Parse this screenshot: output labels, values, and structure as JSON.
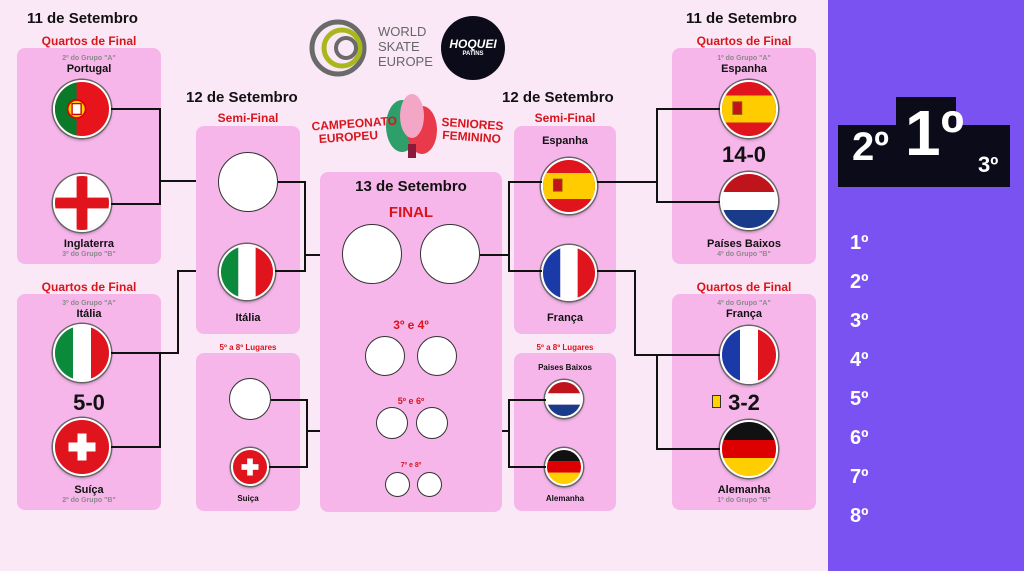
{
  "left_dates": {
    "qf": "11 de Setembro",
    "sf": "12 de Setembro"
  },
  "right_dates": {
    "qf": "11 de Setembro",
    "sf": "12 de Setembro"
  },
  "final_date": "13 de Setembro",
  "logos": {
    "wse_line1": "WORLD",
    "wse_line2": "SKATE",
    "wse_line3": "EUROPE",
    "hoquei": "HOQUEI",
    "hoquei_sub": "PATINS",
    "campeonato": "CAMPEONATO",
    "europeu": "EUROPEU",
    "seniores": "SENIORES",
    "feminino": "FEMININO"
  },
  "left_qf1": {
    "stage": "Quartos de Final",
    "team1": "Portugal",
    "team1_group": "2º do Grupo \"A\"",
    "team2": "Inglaterra",
    "team2_group": "3º do Grupo \"B\""
  },
  "left_qf2": {
    "stage": "Quartos de Final",
    "team1": "Itália",
    "team1_group": "3º do Grupo \"A\"",
    "score": "5-0",
    "team2": "Suíça",
    "team2_group": "2º do Grupo \"B\""
  },
  "right_qf1": {
    "stage": "Quartos de Final",
    "team1": "Espanha",
    "team1_group": "1º do Grupo \"A\"",
    "score": "14-0",
    "team2": "Países Baixos",
    "team2_group": "4º do Grupo \"B\""
  },
  "right_qf2": {
    "stage": "Quartos de Final",
    "team1": "França",
    "team1_group": "4º do Grupo \"A\"",
    "score": "3-2",
    "team2": "Alemanha",
    "team2_group": "1º do Grupo \"B\""
  },
  "left_sf": {
    "stage": "Semi-Final",
    "team2": "Itália"
  },
  "right_sf": {
    "stage": "Semi-Final",
    "team1": "Espanha",
    "team2": "França"
  },
  "left_places": {
    "stage": "5º a 8º Lugares",
    "team2": "Suiça"
  },
  "right_places": {
    "stage": "5º a 8º Lugares",
    "team1": "Paises Baixos",
    "team2": "Alemanha"
  },
  "final": {
    "title": "FINAL",
    "third": "3º e 4º",
    "fifth": "5º e 6º",
    "seventh": "7º e 8º"
  },
  "podium": {
    "second": "2º",
    "first": "1º",
    "third": "3º"
  },
  "ranking": [
    "1º",
    "2º",
    "3º",
    "4º",
    "5º",
    "6º",
    "7º",
    "8º"
  ]
}
